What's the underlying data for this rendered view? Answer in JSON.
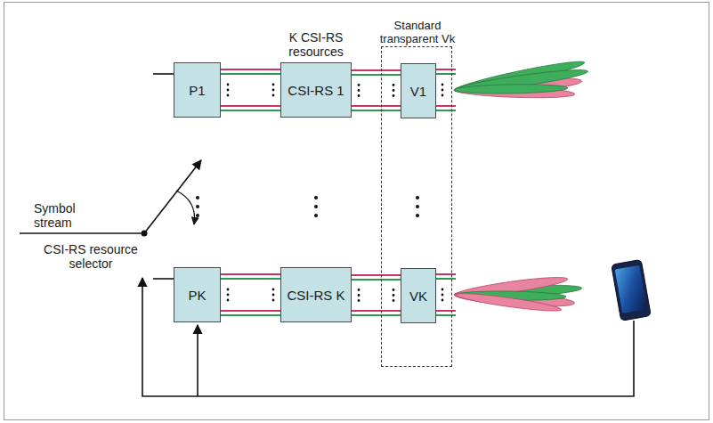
{
  "diagram": {
    "nodes": [
      {
        "text": [
          "P1"
        ]
      },
      {
        "text": [
          "CSI-RS 1"
        ]
      },
      {
        "text": [
          "Standard transparent Vk"
        ]
      },
      {
        "text": [
          "V1"
        ],
        "in": 2
      },
      {
        "text": [
          "PK"
        ]
      },
      {
        "text": [
          "CSI-RS K"
        ]
      },
      {
        "text": [
          "VK"
        ],
        "in": 2
      }
    ],
    "edges": [
      {
        "from": 0,
        "to": 1,
        "arrow": "none"
      },
      {
        "from": 1,
        "to": 3,
        "arrow": "none"
      },
      {
        "from": 4,
        "to": 5,
        "arrow": "none"
      },
      {
        "from": 5,
        "to": 6,
        "arrow": "none"
      }
    ],
    "labels": [
      "K CSI-RS resources",
      "Symbol stream",
      "CSI-RS resource selector"
    ]
  }
}
